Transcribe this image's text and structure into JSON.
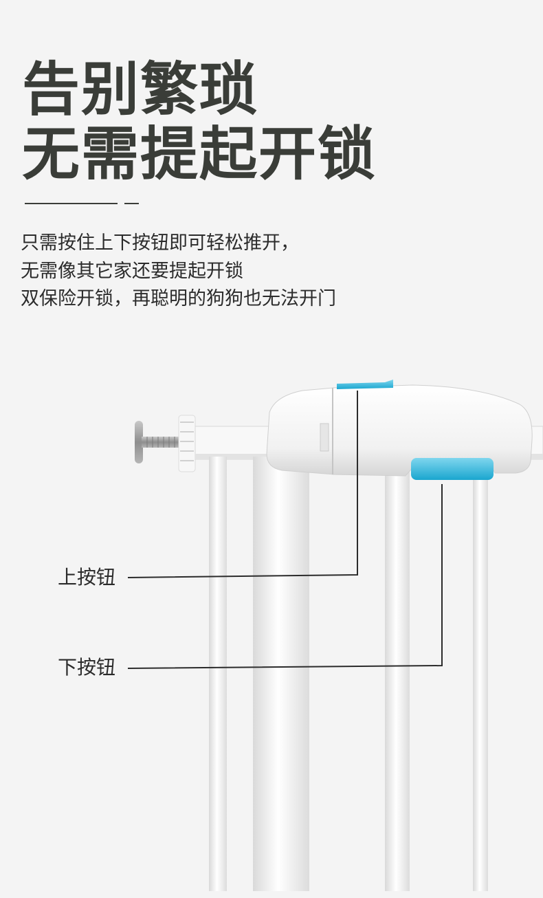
{
  "headline": {
    "line1": "告别繁琐",
    "line2": "无需提起开锁"
  },
  "description": [
    "只需按住上下按钮即可轻松推开，",
    "无需像其它家还要提起开锁",
    "双保险开锁，再聪明的狗狗也无法开门"
  ],
  "callouts": {
    "upper_button": "上按钮",
    "lower_button": "下按钮"
  },
  "colors": {
    "headline_text": "#3a3d38",
    "body_text": "#2b2b2b",
    "background": "#f4f4f4",
    "button_accent": "#29b8dc"
  }
}
